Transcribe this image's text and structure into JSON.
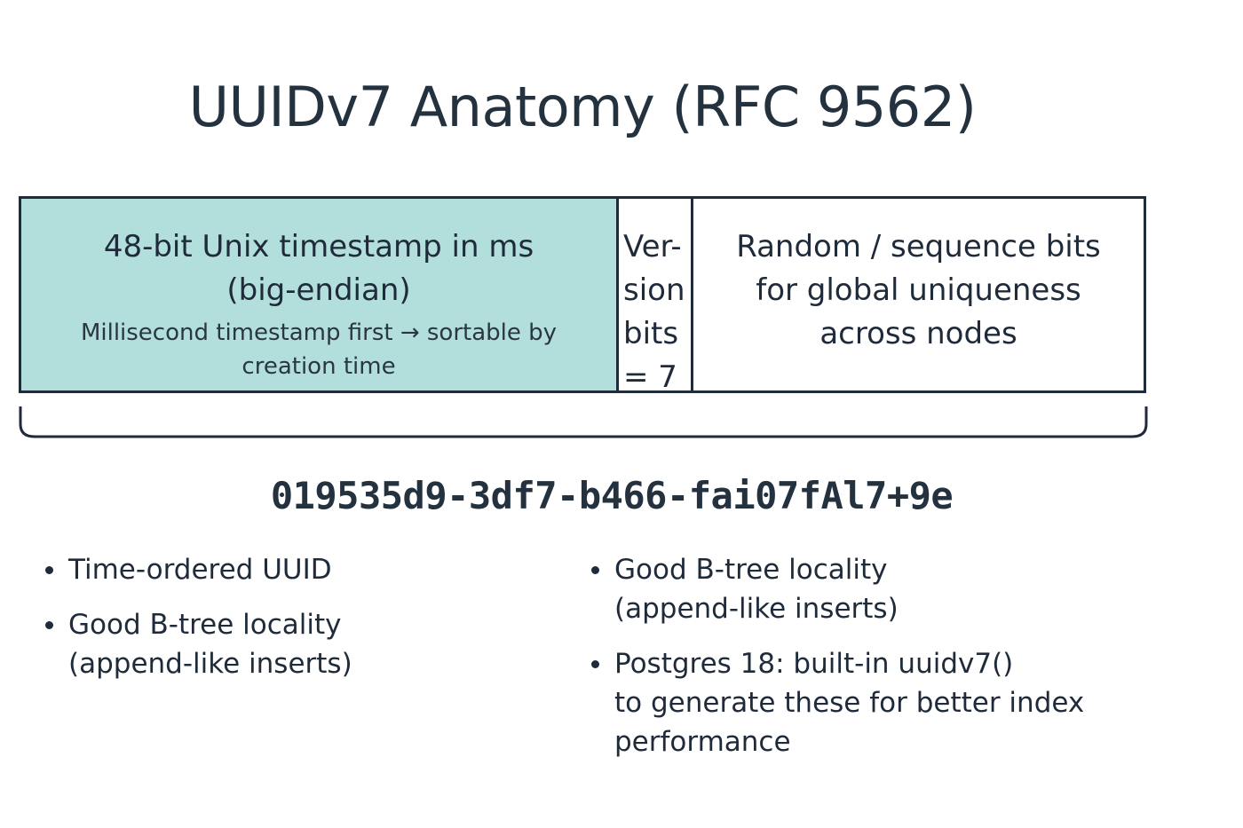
{
  "title": "UUIDv7 Anatomy (RFC 9562)",
  "segments": {
    "timestamp": {
      "main": "48-bit Unix timestamp in ms\n(big-endian)",
      "sub": "Millisecond timestamp first → sortable by creation time",
      "color": "#b2dfdb"
    },
    "version": {
      "main": "Ver-\nsion\nbits\n= 7"
    },
    "random": {
      "main": "Random / sequence bits\nfor global uniqueness\nacross nodes"
    }
  },
  "example_uuid": "019535d9-3df7-b466-fai07fAl7+9e",
  "bullets_left": [
    "Time-ordered UUID",
    "Good B-tree locality\n(append-like inserts)"
  ],
  "bullets_right": [
    "Good B-tree locality\n(append-like inserts)",
    "Postgres 18: built-in uuidv7()\nto generate these for better index\nperformance"
  ]
}
